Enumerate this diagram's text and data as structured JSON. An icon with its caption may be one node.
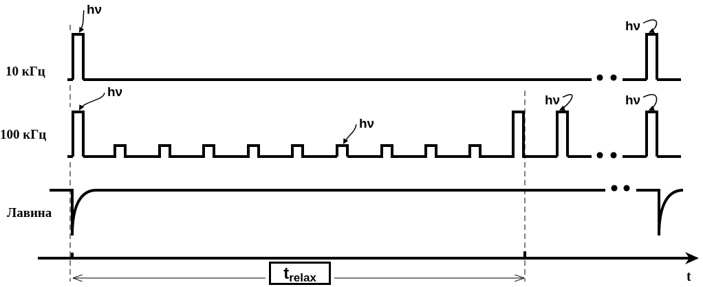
{
  "diagram": {
    "nodes": [
      {
        "text": [
          "hν"
        ]
      },
      {
        "text": [
          "hν"
        ]
      },
      {
        "text": [
          "hν"
        ]
      },
      {
        "text": [
          "hν"
        ]
      },
      {
        "text": [
          "hν"
        ]
      },
      {
        "text": [
          "hν"
        ]
      },
      {
        "text": [
          "t$_{relax}$"
        ]
      },
      {
        "text": [],
        "shape": "bar"
      },
      {
        "text": [],
        "shape": "bar"
      },
      {
        "text": [],
        "shape": "bar"
      },
      {
        "text": [],
        "shape": "bar"
      },
      {
        "text": [],
        "shape": "bar"
      },
      {
        "text": [],
        "shape": "bar"
      }
    ],
    "edges": [
      {
        "from": 0,
        "to": 7,
        "arrow": "to"
      },
      {
        "from": 1,
        "to": 8,
        "arrow": "to"
      },
      {
        "from": 2,
        "to": 9,
        "arrow": "to"
      },
      {
        "from": 3,
        "to": 10,
        "arrow": "to"
      },
      {
        "from": 4,
        "to": 11,
        "arrow": "to"
      },
      {
        "from": 5,
        "to": 12,
        "arrow": "to"
      }
    ],
    "labels": [
      "10 кГц",
      "100 кГц",
      "Лавина",
      "t"
    ]
  }
}
